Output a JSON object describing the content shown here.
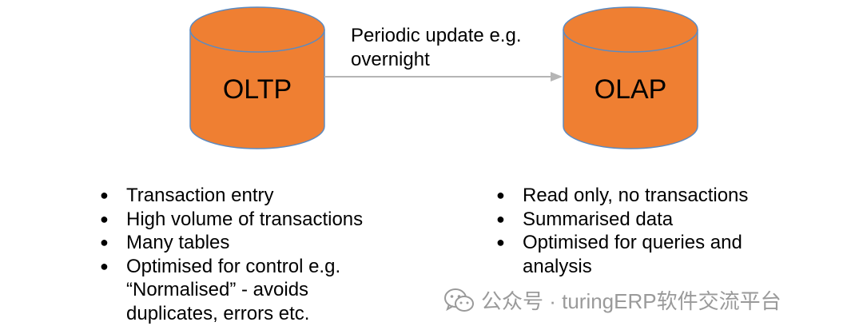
{
  "colors": {
    "cylinder_fill": "#ef7f32",
    "cylinder_stroke": "#5b8bc2",
    "arrow": "#b5b5b5",
    "watermark": "#9a9a9a"
  },
  "oltp": {
    "label": "OLTP",
    "bullets": [
      "Transaction entry",
      "High volume of transactions",
      "Many tables",
      "Optimised for control e.g. “Normalised” - avoids duplicates, errors etc."
    ]
  },
  "olap": {
    "label": "OLAP",
    "bullets": [
      "Read only, no transactions",
      "Summarised data",
      "Optimised for queries and analysis"
    ]
  },
  "arrow": {
    "label": "Periodic update e.g. overnight"
  },
  "watermark": {
    "text": "公众号 · turingERP软件交流平台",
    "icon": "wechat-icon"
  }
}
